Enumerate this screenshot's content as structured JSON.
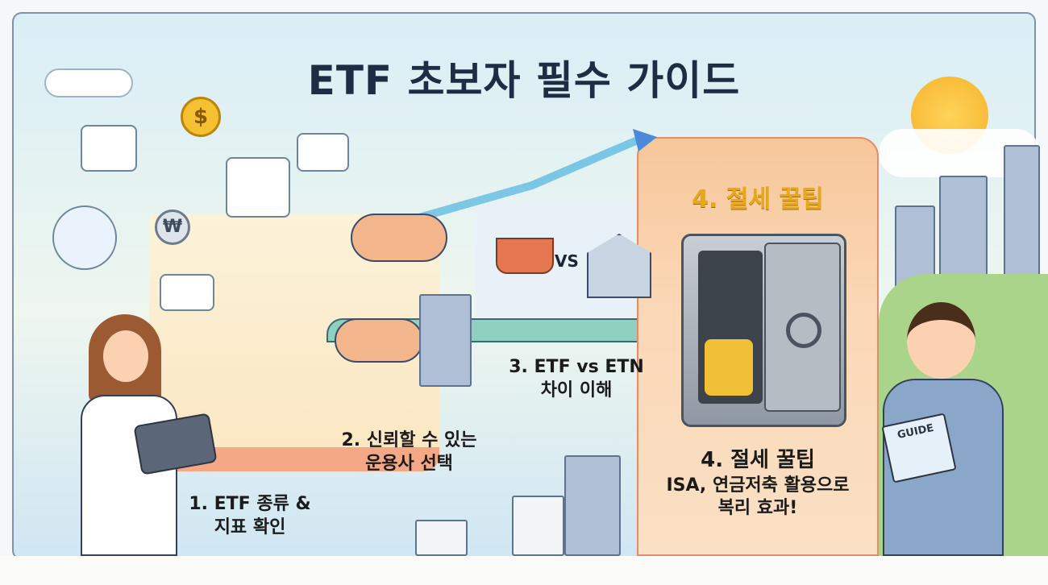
{
  "title": "ETF 초보자 필수 가이드",
  "steps": [
    {
      "line1": "1. ETF 종류 &",
      "line2": "지표 확인"
    },
    {
      "line1": "2. 신뢰할 수 있는",
      "line2": "운용사 선택"
    },
    {
      "line1": "3. ETF vs ETN",
      "line2": "차이 이해"
    },
    {
      "heading": "4. 절세 꿀팁",
      "title": "4. 절세 꿀팁",
      "line1": "ISA, 연금저축 활용으로",
      "line2": "복리 효과!"
    }
  ],
  "vs_label": "VS",
  "guide_book_label": "GUIDE",
  "icons": [
    "dollar-coin-icon",
    "won-coin-icon",
    "microscope-icon",
    "chart-icon",
    "handshake-icon",
    "bank-icon",
    "money-basket-icon",
    "safe-icon",
    "sun-icon",
    "cloud-icon"
  ],
  "colors": {
    "title": "#1e2d44",
    "step4_heading": "#e8a818",
    "step4_panel": "#f6c79a"
  }
}
